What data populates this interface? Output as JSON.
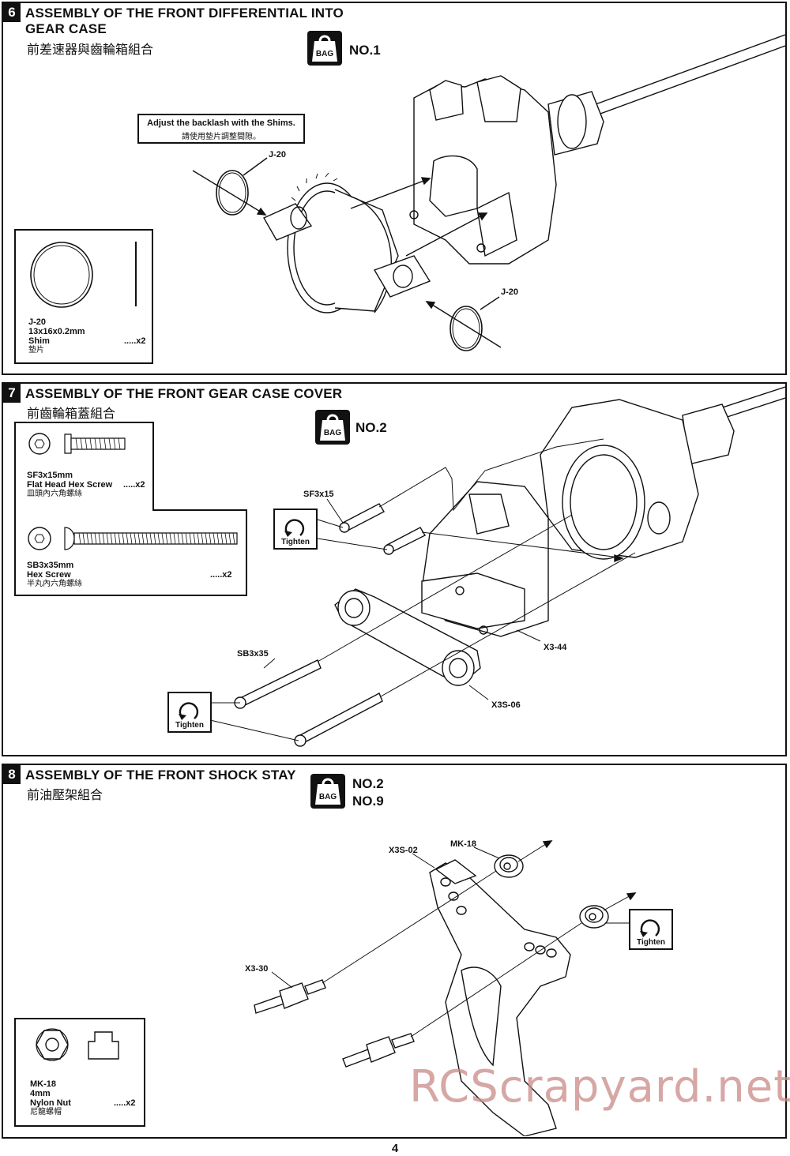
{
  "steps": [
    {
      "number": "6",
      "title_line1": "ASSEMBLY OF THE FRONT DIFFERENTIAL INTO",
      "title_line2": "GEAR CASE",
      "subtitle": "前差速器與齒輪箱組合",
      "bag": {
        "icon_text": "BAG",
        "label": "NO.1"
      },
      "note": {
        "en": "Adjust the backlash with the Shims.",
        "cn": "請使用墊片調整間隙。"
      },
      "callouts": [
        "J-20",
        "J-20"
      ],
      "part": {
        "code": "J-20",
        "size": "13x16x0.2mm",
        "name": "Shim",
        "cn": "墊片",
        "qty": ".....x2"
      }
    },
    {
      "number": "7",
      "title_line1": "ASSEMBLY OF THE FRONT GEAR CASE COVER",
      "subtitle": "前齒輪箱蓋組合",
      "bag": {
        "icon_text": "BAG",
        "label": "NO.2"
      },
      "callouts": [
        "SF3x15",
        "SB3x35",
        "X3-44",
        "X3S-06"
      ],
      "tighten": "Tighten",
      "parts": [
        {
          "code": "SF3x15mm",
          "name": "Flat Head Hex Screw",
          "cn": "皿頭內六角螺絲",
          "qty": ".....x2"
        },
        {
          "code": "SB3x35mm",
          "name": "Hex Screw",
          "cn": "半丸內六角螺絲",
          "qty": ".....x2"
        }
      ]
    },
    {
      "number": "8",
      "title_line1": "ASSEMBLY OF THE FRONT SHOCK STAY",
      "subtitle": "前油壓架組合",
      "bag": {
        "icon_text": "BAG",
        "label_1": "NO.2",
        "label_2": "NO.9"
      },
      "callouts": [
        "X3S-02",
        "MK-18",
        "X3-30"
      ],
      "tighten": "Tighten",
      "part": {
        "code": "MK-18",
        "size": "4mm",
        "name": "Nylon Nut",
        "cn": "尼龍螺帽",
        "qty": ".....x2"
      }
    }
  ],
  "page_number": "4",
  "watermark": "RCScrapyard.net"
}
